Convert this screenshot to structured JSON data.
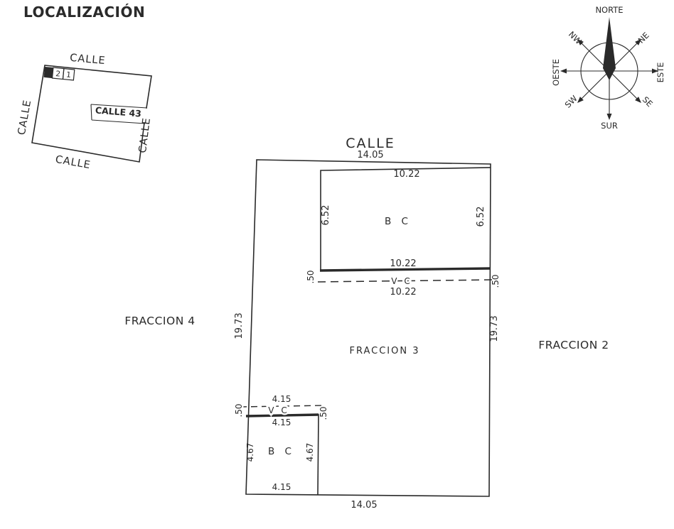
{
  "title": "LOCALIZACIÓN",
  "colors": {
    "ink": "#2a2a2a",
    "paper": "#ffffff"
  },
  "location_map": {
    "street_top": "CALLE",
    "street_left": "CALLE",
    "street_bottom": "CALLE",
    "street_right": "CALLE",
    "street_43": "CALLE 43",
    "lots": {
      "lot_2": "2",
      "lot_1": "1"
    }
  },
  "compass": {
    "north": "NORTE",
    "south": "SUR",
    "east": "ESTE",
    "west": "OESTE",
    "northeast": "NE",
    "northwest": "NW",
    "southeast": "SE",
    "southwest": "SW"
  },
  "plot": {
    "street": "CALLE",
    "dim_top": "14.05",
    "dim_bottom": "14.05",
    "dim_left": "19.73",
    "dim_right": "19.73",
    "neighbor_left": "FRACCION 4",
    "neighbor_right": "FRACCION 2",
    "parcel_label": "FRACCION 3",
    "upper_block": {
      "label": "B C",
      "dim_top": "10.22",
      "dim_left": "6.52",
      "dim_right": "6.52",
      "dim_bottom": "10.22",
      "vc_label": "V C",
      "vc_dim": "10.22",
      "offset_left": ".50",
      "offset_right": ".50"
    },
    "lower_block": {
      "label": "B C",
      "dim_above_vc": "4.15",
      "vc_label": "V C",
      "dim_top": "4.15",
      "dim_left": "4.67",
      "dim_right": "4.67",
      "dim_bottom": "4.15",
      "offset_left": ".50",
      "offset_right": ".50"
    }
  }
}
